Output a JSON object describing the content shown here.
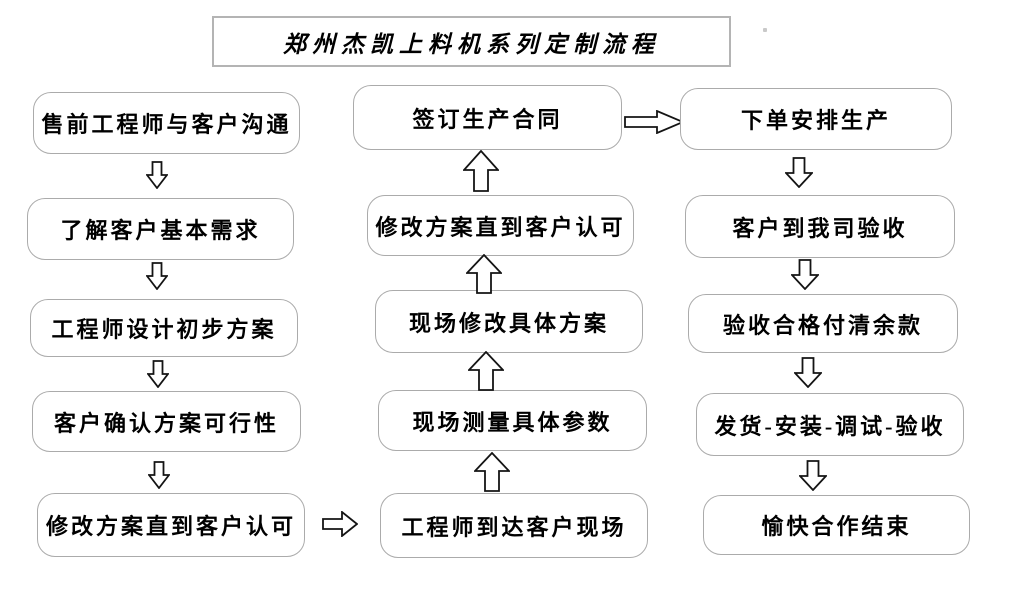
{
  "title": "郑州杰凯上料机系列定制流程",
  "flow": {
    "left": {
      "direction": "top-to-bottom",
      "items": [
        "售前工程师与客户沟通",
        "了解客户基本需求",
        "工程师设计初步方案",
        "客户确认方案可行性",
        "修改方案直到客户认可"
      ]
    },
    "middle": {
      "direction": "bottom-to-top",
      "items": [
        "签订生产合同",
        "修改方案直到客户认可",
        "现场修改具体方案",
        "现场测量具体参数",
        "工程师到达客户现场"
      ]
    },
    "right": {
      "direction": "top-to-bottom",
      "items": [
        "下单安排生产",
        "客户到我司验收",
        "验收合格付清余款",
        "发货-安装-调试-验收",
        "愉快合作结束"
      ]
    }
  },
  "icons": {
    "down_arrow": "down-arrow",
    "up_arrow": "up-arrow",
    "right_arrow": "right-arrow"
  },
  "colors": {
    "box_border": "#ababab",
    "title_border": "#b4b4b4",
    "arrow_outline": "#141414",
    "text": "#000000",
    "background": "#ffffff"
  }
}
